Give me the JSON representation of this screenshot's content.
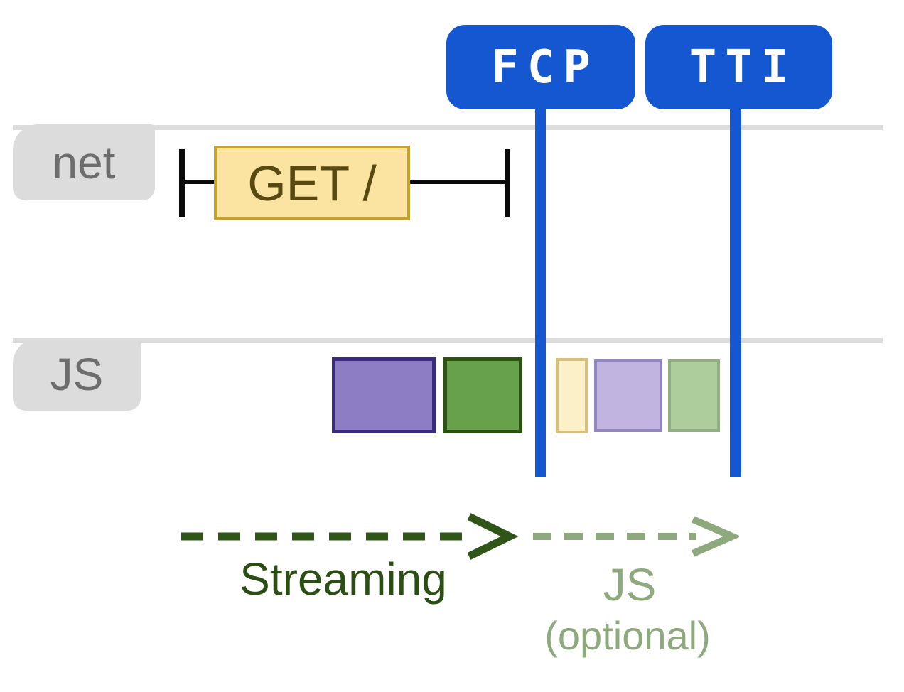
{
  "metric_flags": [
    {
      "id": "fcp",
      "label": "FCP"
    },
    {
      "id": "tti",
      "label": "TTI"
    }
  ],
  "lanes": [
    {
      "id": "net",
      "label": "net"
    },
    {
      "id": "js",
      "label": "JS"
    }
  ],
  "network": {
    "request_label": "GET /"
  },
  "js_tasks": [
    {
      "name": "task-solid-purple"
    },
    {
      "name": "task-solid-green"
    },
    {
      "name": "task-light-yellow"
    },
    {
      "name": "task-light-purple"
    },
    {
      "name": "task-light-green"
    }
  ],
  "phases": [
    {
      "label": "Streaming"
    },
    {
      "label": "JS",
      "sublabel": "(optional)"
    }
  ],
  "colors": {
    "flag_blue": "#1557d0",
    "flag_text": "#ffffff",
    "rail_gray": "#dcdcdc",
    "lane_text": "#6d6d6d",
    "interval_black": "#0a0a0a",
    "request_fill": "#fbe3a1",
    "request_border": "#c7a22a",
    "request_text": "#584911",
    "task_purple_fill": "#8c7dc4",
    "task_purple_border": "#3a2b7e",
    "task_green_fill": "#67a14b",
    "task_green_border": "#2c5214",
    "task_light_yellow_fill": "#fcf0c7",
    "task_light_yellow_border": "#d9bf7f",
    "task_light_purple_fill": "#c1b4e0",
    "task_light_purple_border": "#9288bf",
    "task_light_green_fill": "#aecd9c",
    "task_light_green_border": "#90ae81",
    "streaming_green": "#2f5519",
    "streaming_text": "#2b4e15",
    "optional_sage": "#8ea97d"
  }
}
